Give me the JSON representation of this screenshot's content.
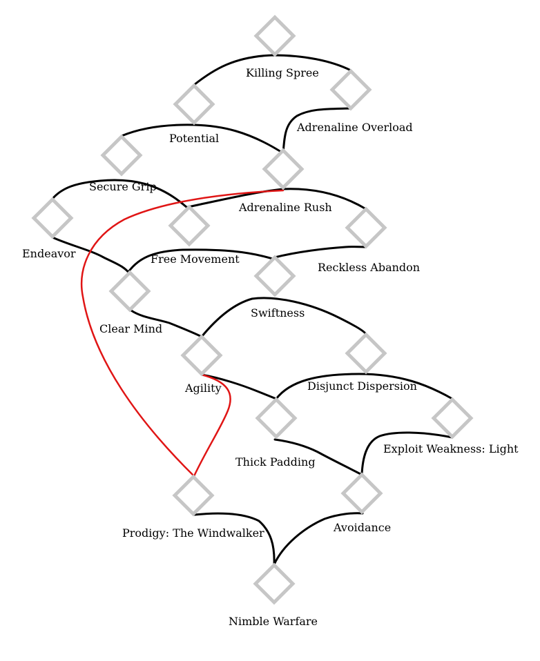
{
  "skill_tree": {
    "nodes": [
      {
        "id": "top",
        "label": ""
      },
      {
        "id": "killing-spree",
        "label": "Killing Spree"
      },
      {
        "id": "potential",
        "label": "Potential"
      },
      {
        "id": "killing-spree-right",
        "label": ""
      },
      {
        "id": "adrenaline-overload",
        "label": "Adrenaline Overload"
      },
      {
        "id": "secure-grip",
        "label": "Secure Grip"
      },
      {
        "id": "adrenaline-rush",
        "label": "Adrenaline Rush"
      },
      {
        "id": "endeavor",
        "label": "Endeavor"
      },
      {
        "id": "free-movement",
        "label": "Free Movement"
      },
      {
        "id": "adrenaline-rush-right",
        "label": ""
      },
      {
        "id": "reckless-abandon",
        "label": "Reckless Abandon"
      },
      {
        "id": "clear-mind",
        "label": "Clear Mind"
      },
      {
        "id": "swiftness",
        "label": "Swiftness"
      },
      {
        "id": "agility",
        "label": "Agility"
      },
      {
        "id": "swiftness-right",
        "label": ""
      },
      {
        "id": "disjunct-dispersion",
        "label": "Disjunct Dispersion"
      },
      {
        "id": "thick-padding",
        "label": "Thick Padding"
      },
      {
        "id": "exploit-weakness-light",
        "label": "Exploit Weakness: Light"
      },
      {
        "id": "prodigy-the-windwalker",
        "label": "Prodigy: The Windwalker"
      },
      {
        "id": "avoidance",
        "label": "Avoidance"
      },
      {
        "id": "nimble-warfare",
        "label": "Nimble Warfare"
      }
    ],
    "colors": {
      "node_outline": "#c6c6c6",
      "connector": "#000000",
      "highlight": "#e01515"
    }
  }
}
